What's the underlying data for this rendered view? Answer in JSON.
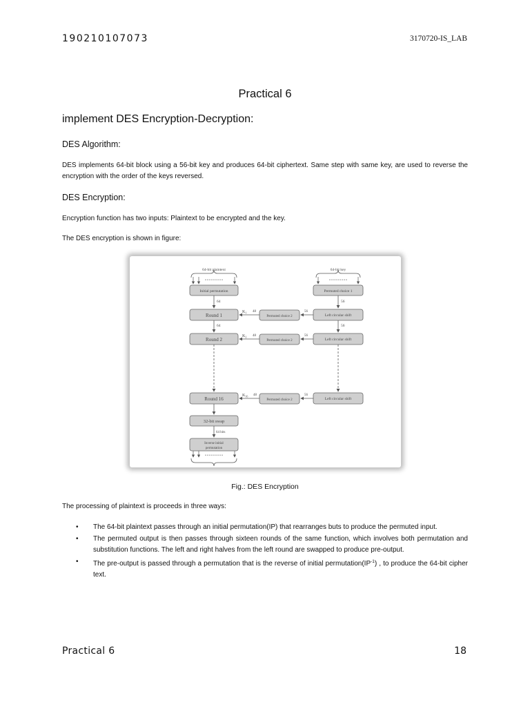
{
  "header": {
    "left": "190210107073",
    "right": "3170720-IS_LAB"
  },
  "title": "Practical 6",
  "heading_main": "implement DES  Encryption-Decryption:",
  "sections": {
    "algorithm": {
      "heading": "DES Algorithm:",
      "text": "DES implements 64-bit block using a 56-bit key and produces 64-bit ciphertext. Same step with same key, are used to reverse the encryption with the order of the keys reversed."
    },
    "encryption": {
      "heading": "DES Encryption:",
      "p1": "Encryption function has two inputs: Plaintext to be encrypted and the key.",
      "p2": "The DES encryption is shown in figure:"
    }
  },
  "figure": {
    "plaintext_label": "64-bit plaintext",
    "key_label": "64-bit key",
    "initial_permutation": "Initial permutation",
    "permuted_choice_1": "Permuted choice 1",
    "rounds": [
      "Round 1",
      "Round 2",
      "Round 16"
    ],
    "keys": [
      "K",
      "K",
      "K"
    ],
    "key_subs": [
      "1",
      "2",
      "16"
    ],
    "permuted_choice_2": "Permuted choice 2",
    "left_circular_shift": "Left circular shift",
    "swap": "32-bit swap",
    "inverse_permutation_line1": "Inverse initial",
    "inverse_permutation_line2": "permutation",
    "bits_64": "64",
    "bits_56": "56",
    "bits_48": "48",
    "bits_64_out": "64 bits",
    "dots": "• • • • • • • • •",
    "caption": "Fig.: DES Encryption"
  },
  "processing_intro": "The processing of plaintext is proceeds in three ways:",
  "bullets": {
    "b1": "The 64-bit plaintext passes through an initial permutation(IP) that rearranges buts to produce the permuted input.",
    "b2": "The permuted output is then passes through sixteen rounds of the same function, which involves both permutation and substitution functions. The left and right halves from the left round are swapped to produce pre-output.",
    "b3_pre": "The pre-output is passed through a permutation that is the reverse of initial permutation(IP",
    "b3_sup": "-1",
    "b3_post": ") , to produce the 64-bit cipher text.",
    "marker": "•"
  },
  "footer": {
    "left": "Practical 6",
    "right": "18"
  }
}
